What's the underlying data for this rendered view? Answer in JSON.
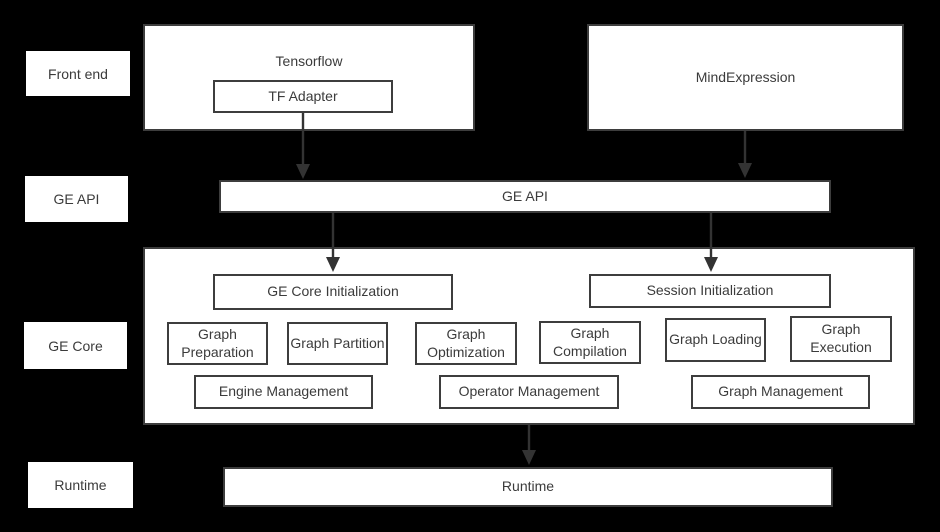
{
  "diagram": {
    "row_labels": {
      "front_end": "Front end",
      "ge_api": "GE API",
      "ge_core": "GE Core",
      "runtime": "Runtime"
    },
    "front_end": {
      "tensorflow": "Tensorflow",
      "tf_adapter": "TF Adapter",
      "mind_expression": "MindExpression"
    },
    "ge_api_bar": "GE API",
    "ge_core": {
      "ge_core_initialization": "GE Core Initialization",
      "session_initialization": "Session Initialization",
      "stages": [
        "Graph Preparation",
        "Graph Partition",
        "Graph Optimization",
        "Graph Compilation",
        "Graph Loading",
        "Graph Execution"
      ],
      "management": [
        "Engine Management",
        "Operator Management",
        "Graph Management"
      ]
    },
    "runtime_bar": "Runtime",
    "colors": {
      "background": "#000000",
      "box_fill": "#ffffff",
      "box_border": "#3d3d3d",
      "text": "#3b3b3b",
      "arrow": "#333333"
    }
  }
}
